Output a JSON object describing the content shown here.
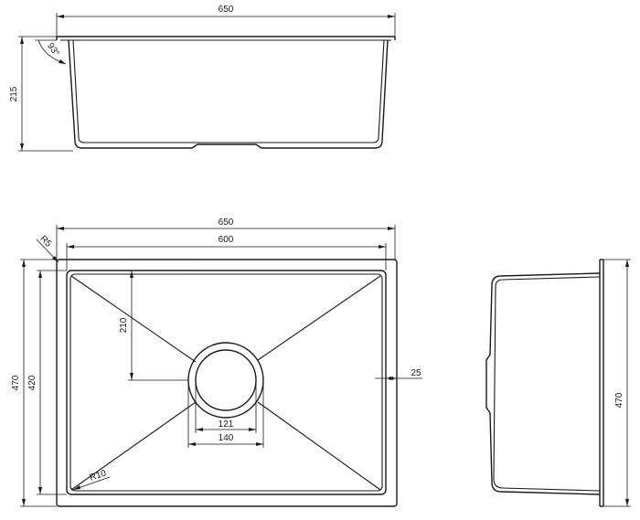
{
  "diagram": {
    "top_view": {
      "overall_width": "650",
      "height": "215",
      "wall_angle": "93°"
    },
    "plan_view": {
      "overall_width": "650",
      "inner_width": "600",
      "outer_depth": "470",
      "inner_depth": "420",
      "drain_offset": "210",
      "drain_inner_diameter": "121",
      "drain_outer_diameter": "140",
      "flange": "25",
      "outer_corner_radius": "R5",
      "inner_corner_radius": "R10"
    },
    "side_view": {
      "depth": "470"
    }
  }
}
